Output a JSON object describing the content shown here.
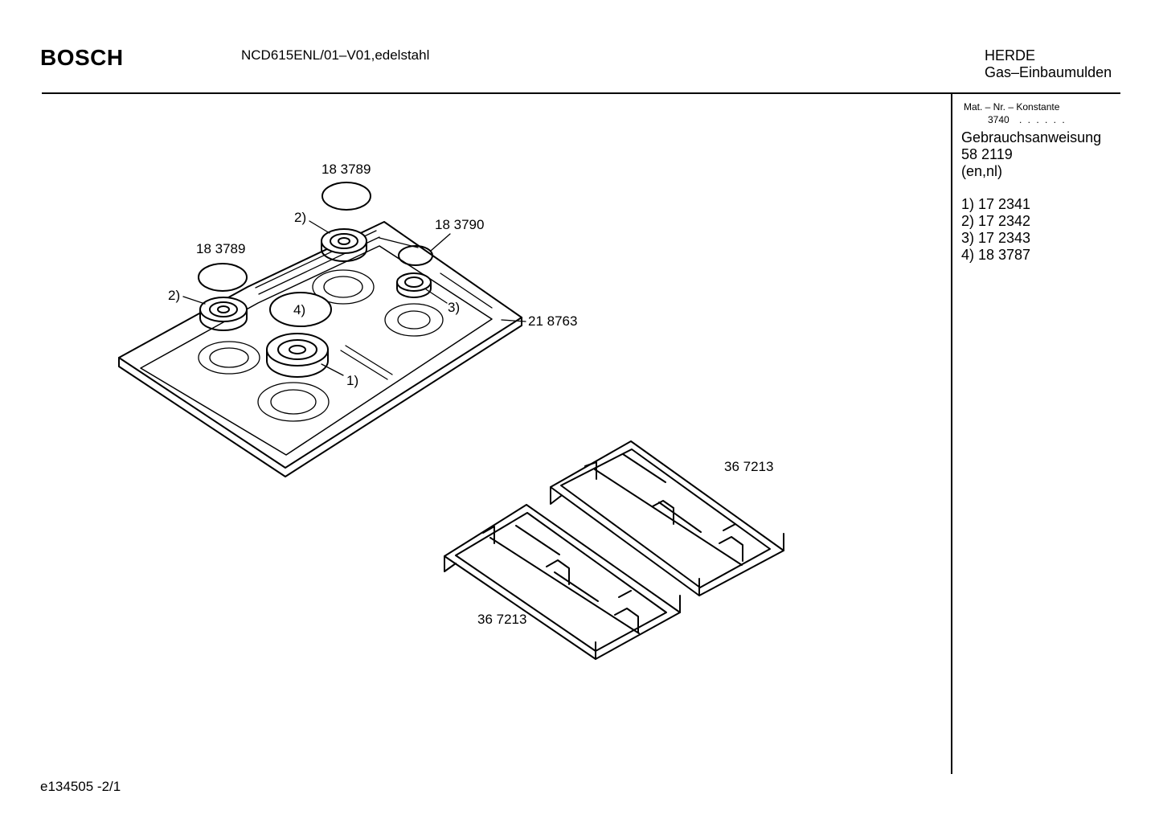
{
  "header": {
    "brand": "BOSCH",
    "model": "NCD615ENL/01–V01,edelstahl",
    "category": "HERDE",
    "subcategory": "Gas–Einbaumulden"
  },
  "sidebar": {
    "mat_label": "Mat. – Nr. – Konstante",
    "mat_value": "3740",
    "mat_dots": ". .   . . . .",
    "manual_title": "Gebrauchsanweisung",
    "manual_number": "58 2119",
    "manual_lang": "(en,nl)",
    "parts": [
      "1)  17 2341",
      "2)  17 2342",
      "3)  17 2343",
      "4)  18 3787"
    ]
  },
  "diagram": {
    "labels": {
      "cap_top": "18 3789",
      "cap_left": "18 3789",
      "cap_small": "18 3790",
      "ref2_top": "2)",
      "ref2_left": "2)",
      "ref3": "3)",
      "ref4": "4)",
      "ref1": "1)",
      "hob": "21 8763",
      "grate_right": "36 7213",
      "grate_left": "36 7213"
    }
  },
  "footer": {
    "code": "e134505   -2/1"
  }
}
